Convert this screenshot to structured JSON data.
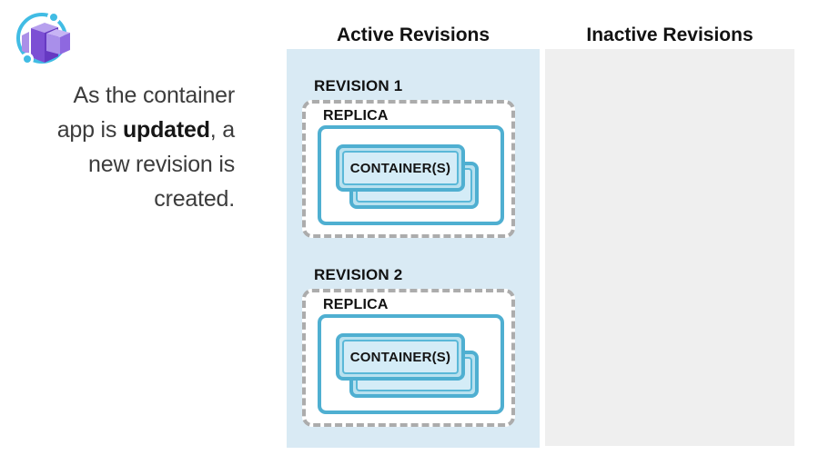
{
  "logo": {
    "icon": "azure-container-apps-icon"
  },
  "intro": {
    "line1": "As the container",
    "line2_pre": "app is ",
    "line2_bold": "updated",
    "line2_post": ", a",
    "line3": "new revision is",
    "line4": "created."
  },
  "columns": {
    "active": {
      "title": "Active Revisions"
    },
    "inactive": {
      "title": "Inactive Revisions"
    }
  },
  "active_revisions": [
    {
      "label": "REVISION 1",
      "replica_label": "REPLICA",
      "container_label": "CONTAINER(S)"
    },
    {
      "label": "REVISION 2",
      "replica_label": "REPLICA",
      "container_label": "CONTAINER(S)"
    }
  ],
  "inactive_revisions": [],
  "colors": {
    "active_panel_bg": "#d9eaf4",
    "inactive_panel_bg": "#efefef",
    "teal_border": "#4fafd1",
    "card_fill": "#b9e1ef",
    "card_inner_fill": "#d4ecf7",
    "dashed_border": "#acacac",
    "icon_blue": "#41bce4",
    "icon_purple": "#7c4fd4",
    "text_dark": "#141414"
  }
}
